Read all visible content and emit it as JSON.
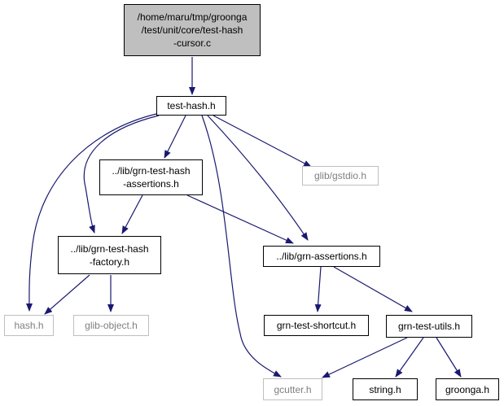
{
  "nodes": {
    "root": "/home/maru/tmp/groonga\n/test/unit/core/test-hash\n-cursor.c",
    "test_hash_h": "test-hash.h",
    "grn_test_hash_assertions_h": "../lib/grn-test-hash\n-assertions.h",
    "glib_gstdio_h": "glib/gstdio.h",
    "grn_test_hash_factory_h": "../lib/grn-test-hash\n-factory.h",
    "grn_assertions_h": "../lib/grn-assertions.h",
    "hash_h": "hash.h",
    "glib_object_h": "glib-object.h",
    "grn_test_shortcut_h": "grn-test-shortcut.h",
    "grn_test_utils_h": "grn-test-utils.h",
    "gcutter_h": "gcutter.h",
    "string_h": "string.h",
    "groonga_h": "groonga.h"
  },
  "colors": {
    "edge": "#191970",
    "root_fill": "#bfbfbf",
    "gray_border": "#bfbfbf"
  }
}
